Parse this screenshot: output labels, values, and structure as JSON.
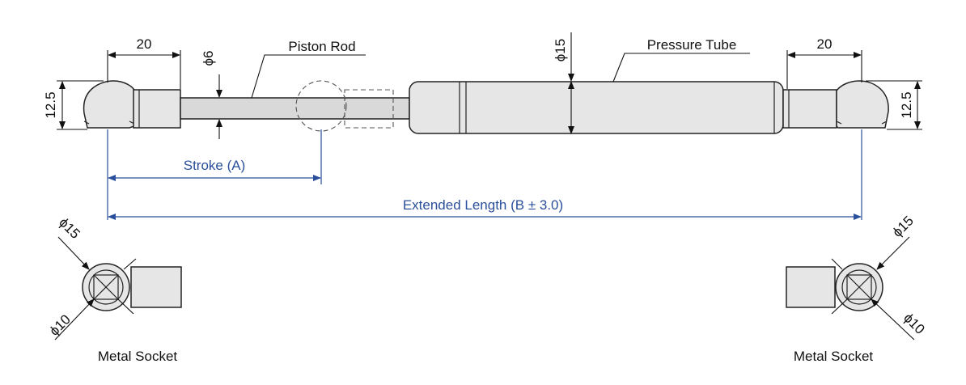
{
  "labels": {
    "piston_rod": "Piston Rod",
    "pressure_tube": "Pressure Tube",
    "stroke": "Stroke (A)",
    "extended_length": "Extended Length (B ± 3.0)",
    "socket_left": "Metal Socket",
    "socket_right": "Metal Socket"
  },
  "dimensions": {
    "end_length_left": "20",
    "end_length_right": "20",
    "end_height_left": "12.5",
    "end_height_right": "12.5",
    "rod_diameter": "ϕ6",
    "tube_diameter": "ϕ15",
    "socket_outer_left": "ϕ15",
    "socket_inner_left": "ϕ10",
    "socket_outer_right": "ϕ15",
    "socket_inner_right": "ϕ10"
  },
  "colors": {
    "annotation_blue": "#2a4f9b",
    "body_fill": "#e6e6e6"
  }
}
